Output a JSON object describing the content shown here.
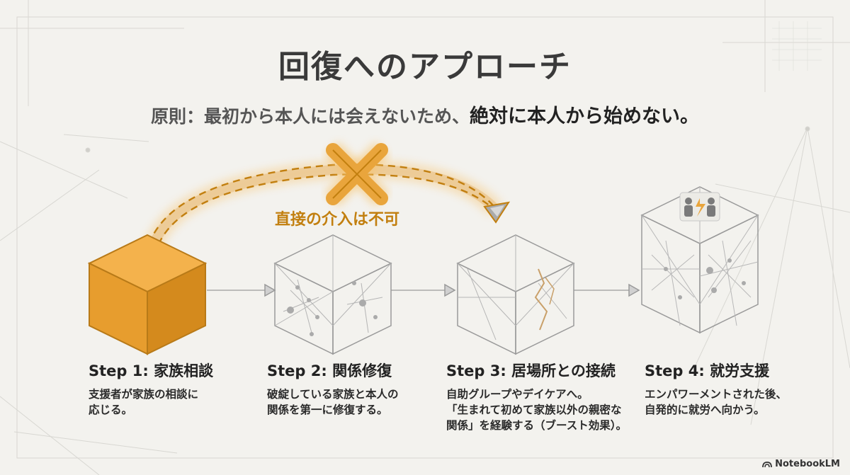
{
  "title": "回復へのアプローチ",
  "principle": {
    "prefix": "原則：最初から本人には会えないため、",
    "emphasis": "絶対に本人から始めない。"
  },
  "blocked_label": "直接の介入は不可",
  "steps": [
    {
      "title": "Step 1: 家族相談",
      "lines": [
        "支援者が家族の相談に",
        "応じる。"
      ]
    },
    {
      "title": "Step 2: 関係修復",
      "lines": [
        "破綻している家族と本人の",
        "関係を第一に修復する。"
      ]
    },
    {
      "title": "Step 3: 居場所との接続",
      "lines": [
        "自助グループやデイケアへ。",
        "「生まれて初めて家族以外の親密な",
        "関係」を経験する（ブースト効果）。"
      ]
    },
    {
      "title": "Step 4: 就労支援",
      "lines": [
        "エンパワーメントされた後、",
        "自発的に就労へ向かう。"
      ]
    }
  ],
  "footer": {
    "brand": "NotebookLM",
    "logo_icon": "notebooklm-logo-icon"
  },
  "colors": {
    "accent": "#f0a93a",
    "accent_dark": "#c27f0f",
    "line": "#a9a9a9",
    "background": "#f3f2ee"
  },
  "icons": {
    "blocked": "x-mark-icon",
    "arrow": "arrowhead-icon",
    "conflict": "conflict-people-icon"
  }
}
